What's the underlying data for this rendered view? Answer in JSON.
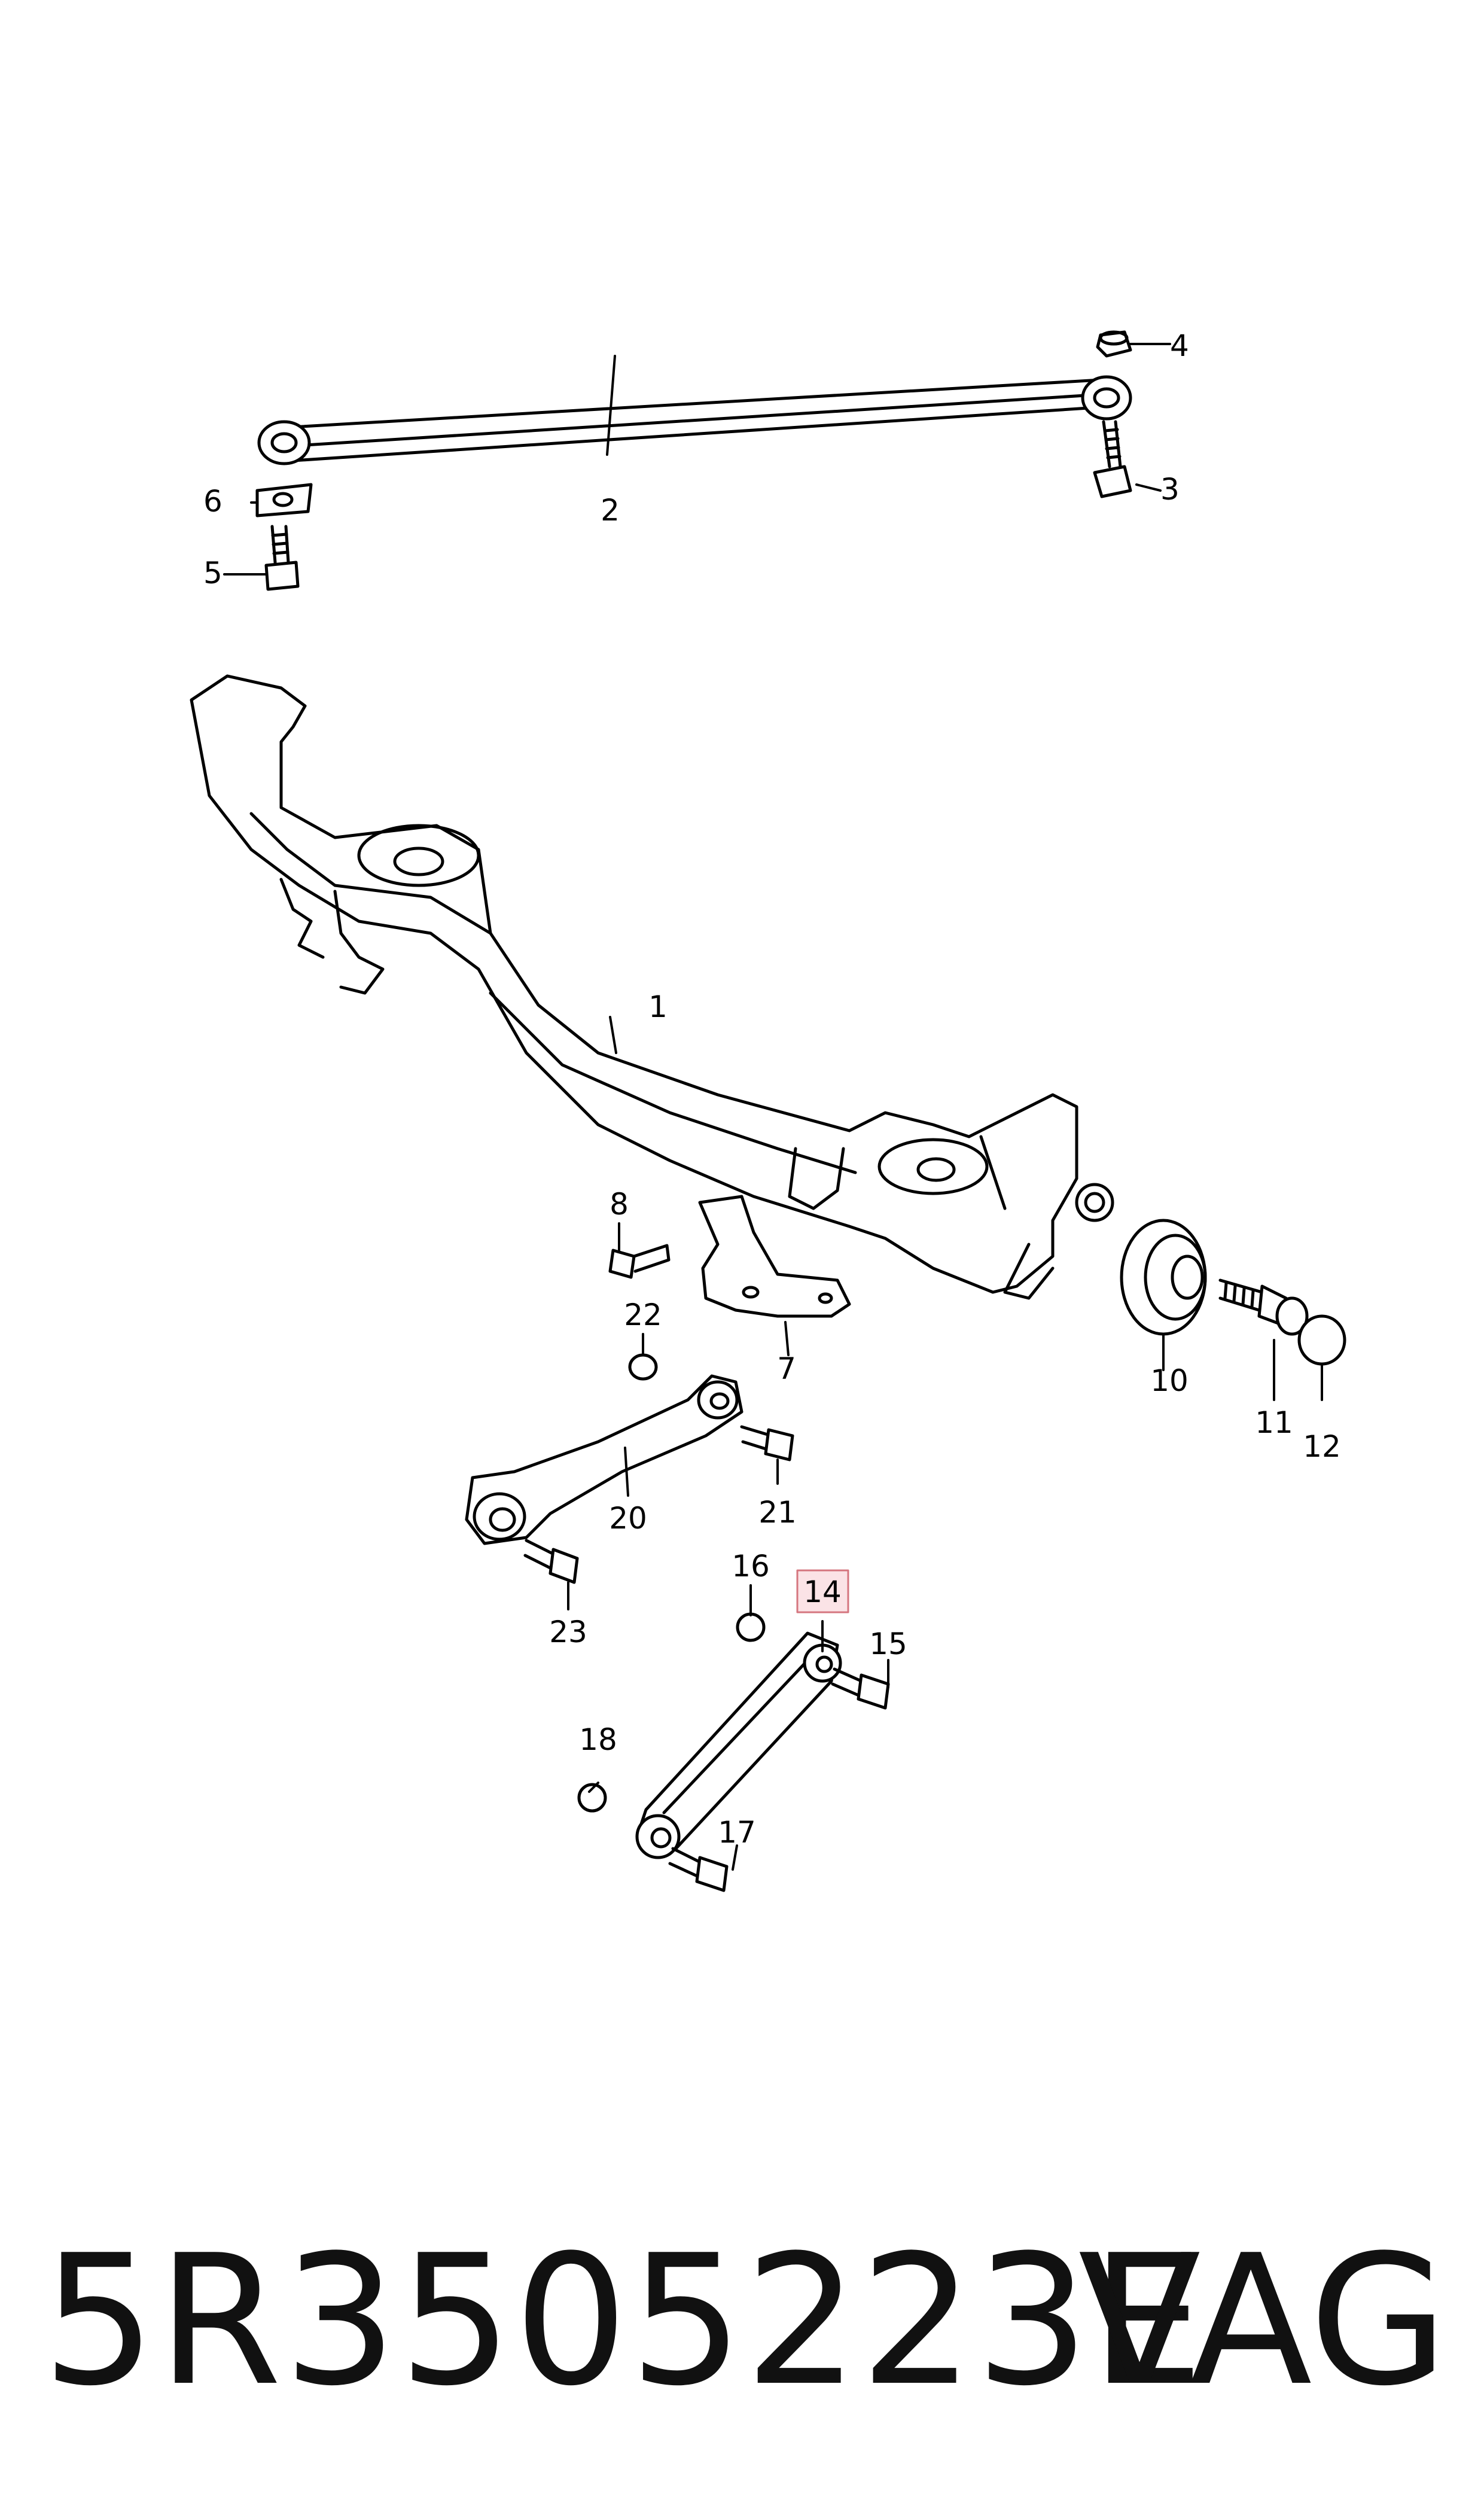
{
  "callouts": [
    "1",
    "2",
    "3",
    "4",
    "5",
    "6",
    "7",
    "8",
    "10",
    "11",
    "12",
    "14",
    "15",
    "16",
    "17",
    "18",
    "20",
    "21",
    "22",
    "23"
  ],
  "highlighted_callout": "14",
  "colors": {
    "highlight_fill": "#fbe3e6",
    "highlight_stroke": "#d5767f",
    "line": "#000000"
  },
  "footer": {
    "part_number": "5R3505223E",
    "brand": "VAG"
  }
}
